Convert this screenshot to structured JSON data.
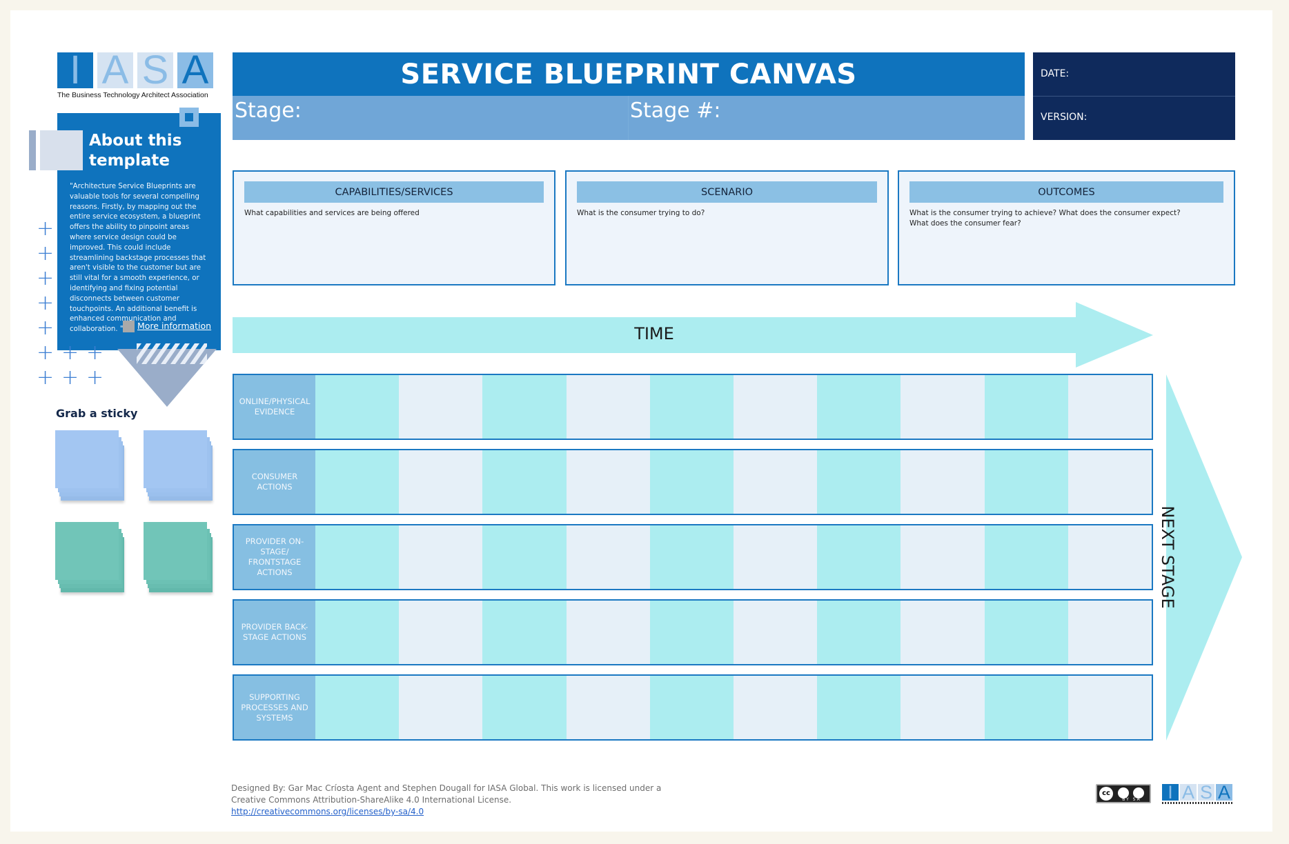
{
  "logo": {
    "letters": [
      "I",
      "A",
      "S",
      "A"
    ],
    "tagline": "The Business Technology Architect Association",
    "colors": [
      "#0f73bd",
      "#8bbce6",
      "#8bbce6",
      "#0f73bd"
    ]
  },
  "header": {
    "title": "SERVICE BLUEPRINT CANVAS",
    "stage_label": "Stage:",
    "stage_number_label": "Stage #:",
    "date_label": "DATE:",
    "version_label": "VERSION:"
  },
  "about": {
    "title": "About this template",
    "body": "\"Architecture Service Blueprints are valuable tools for several compelling reasons. Firstly, by mapping out the entire service ecosystem, a blueprint offers the ability to pinpoint areas where service design could be improved. This could include streamlining backstage processes that aren't visible to the customer but are still vital for a smooth experience, or identifying and fixing potential disconnects between customer touchpoints. An additional benefit is enhanced communication and collaboration. \"",
    "link": "More information"
  },
  "sticky": {
    "title": "Grab a sticky",
    "colors": [
      "#a0c4f1",
      "#a0c4f1",
      "#6fc5b8",
      "#6fc5b8"
    ]
  },
  "cards": [
    {
      "heading": "CAPABILITIES/SERVICES",
      "text": "What capabilities and services are being offered"
    },
    {
      "heading": "SCENARIO",
      "text": "What is the consumer trying to do?"
    },
    {
      "heading": "OUTCOMES",
      "text": "What is the consumer trying to achieve? What does the consumer expect?\nWhat does the consumer fear?"
    }
  ],
  "time_label": "TIME",
  "next_stage_label": "NEXT STAGE",
  "rows": [
    {
      "label": "ONLINE/PHYSICAL EVIDENCE"
    },
    {
      "label": "CONSUMER ACTIONS"
    },
    {
      "label": "PROVIDER ON-STAGE/ FRONTSTAGE ACTIONS"
    },
    {
      "label": "PROVIDER BACK-STAGE ACTIONS"
    },
    {
      "label": "SUPPORTING PROCESSES AND SYSTEMS"
    }
  ],
  "footer": {
    "text": "Designed By: Gar Mac Críosta Agent and Stephen Dougall for IASA Global. This work is licensed under a Creative Commons Attribution-ShareAlike 4.0 International License.",
    "link": "http://creativecommons.org/licenses/by-sa/4.0",
    "cc_badge": "BY SA"
  },
  "colors": {
    "primary": "#0f73bd",
    "navy": "#0f2a5c",
    "teal": "#acedf0",
    "light": "#e6f0f8"
  }
}
